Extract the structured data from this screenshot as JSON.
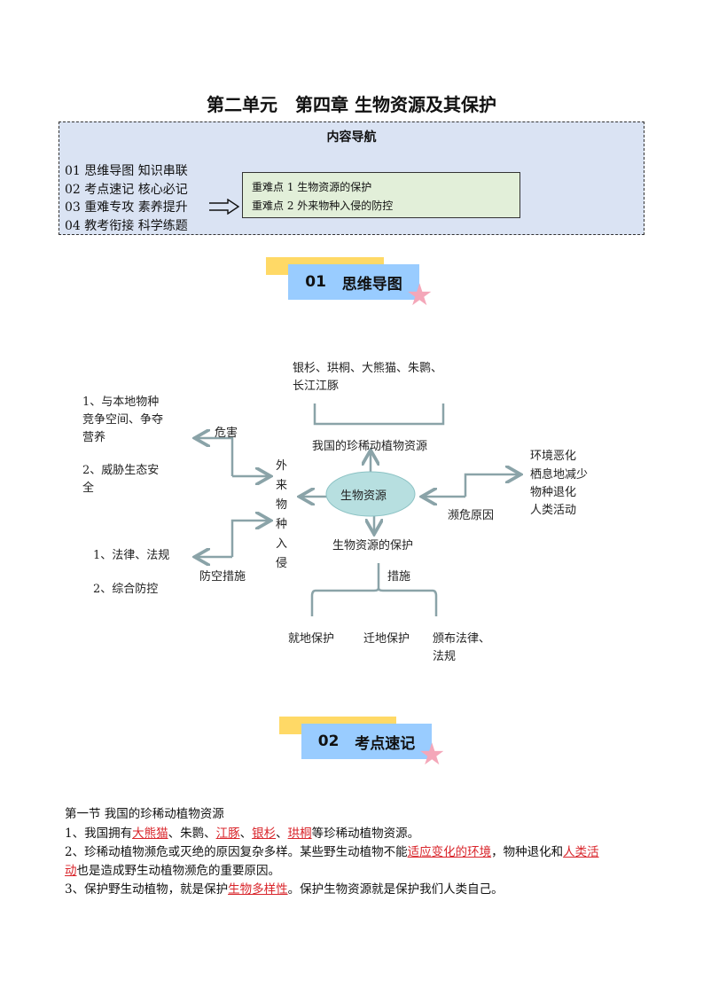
{
  "title": "第二单元　第四章 生物资源及其保护",
  "nav": {
    "heading": "内容导航",
    "items": [
      "01 思维导图 知识串联",
      "02 考点速记 核心必记",
      "03 重难专攻 素养提升",
      "04 教考衔接 科学练题"
    ],
    "arrow_icon": "double-arrow-right-icon",
    "key_points": [
      "重难点 1  生物资源的保护",
      "重难点 2  外来物种入侵的防控"
    ]
  },
  "sections": [
    {
      "num": "01",
      "label": "思维导图"
    },
    {
      "num": "02",
      "label": "考点速记"
    }
  ],
  "mindmap": {
    "center": "生物资源",
    "species": [
      "银杉、珙桐、大熊猫、朱鹮、",
      "长江江豚"
    ],
    "rare": "我国的珍稀动植物资源",
    "endanger_label": "濒危原因",
    "causes": [
      "环境恶化",
      "栖息地减少",
      "物种退化",
      "人类活动"
    ],
    "invasion": "外来物种入侵",
    "harm_label": "危害",
    "harms": [
      "1、与本地物种",
      "竞争空间、争夺",
      "营养",
      "2、威胁生态安",
      "全"
    ],
    "prevent_label": "防空措施",
    "prevents": [
      "1、法律、法规",
      "2、综合防控"
    ],
    "protect": "生物资源的保护",
    "measure_label": "措施",
    "measures": [
      "就地保护",
      "迁地保护",
      "颁布法律、",
      "法规"
    ]
  },
  "notes": {
    "heading": "第一节  我国的珍稀动植物资源",
    "l1": [
      "1、我国拥有",
      "大熊猫",
      "、朱鹮、",
      "江豚",
      "、",
      "银杉",
      "、",
      "珙桐",
      "等珍稀动植物资源。"
    ],
    "l2": [
      "2、珍稀动植物濒危或灭绝的原因复杂多样。某些野生动植物不能",
      "适应变化的环境",
      "，物种退化和",
      "人类活",
      "动",
      "也是造成野生动植物濒危的重要原因。"
    ],
    "l3": [
      "3、保护野生动植物，就是保护",
      "生物多样性",
      "。保护生物资源就是保护我们人类自己。"
    ]
  },
  "colors": {
    "accent_red": "#d9252b",
    "nav_bg": "#dae3f3",
    "key_bg": "#e2efd9",
    "banner_blue": "#99ccff",
    "banner_yellow": "#ffd966"
  }
}
